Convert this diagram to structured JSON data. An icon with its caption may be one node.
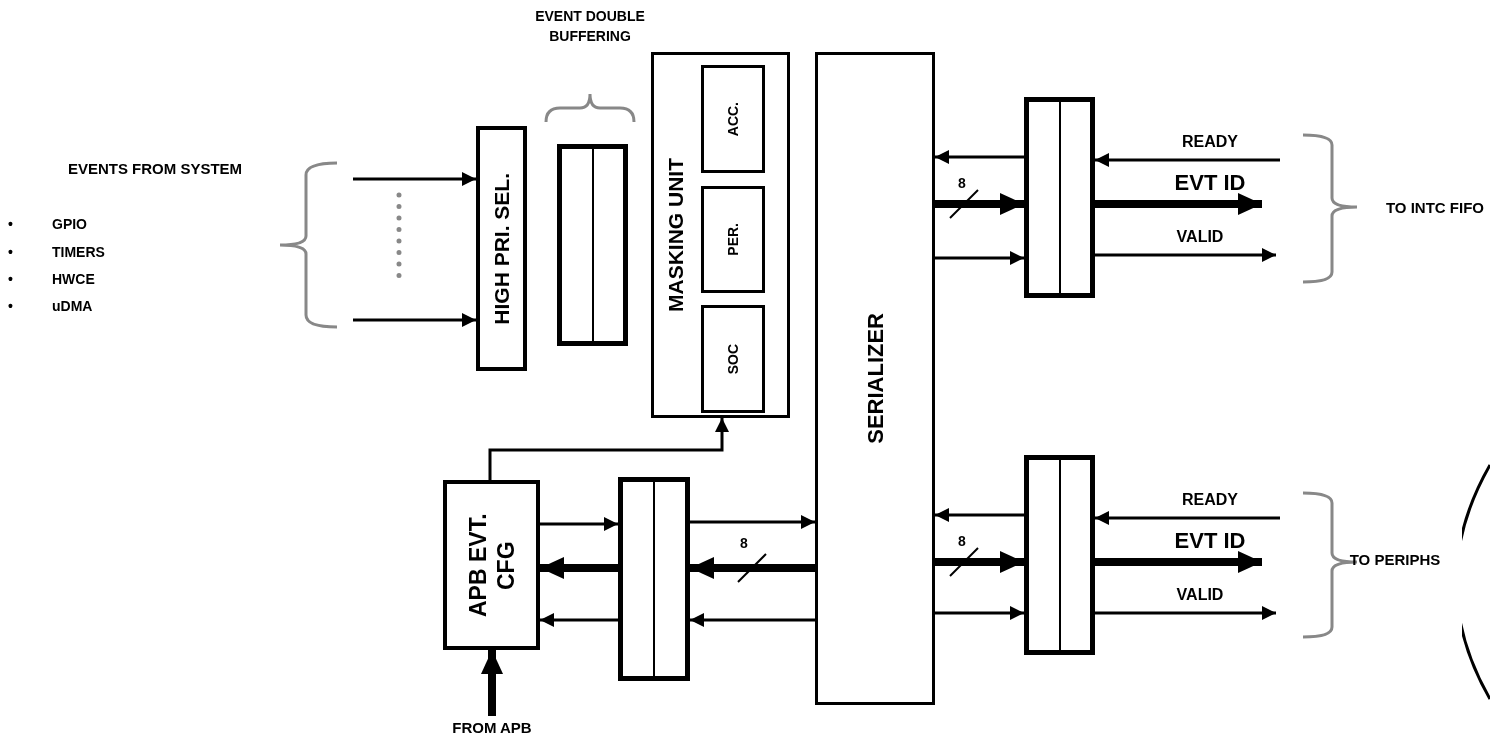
{
  "diagram": {
    "nodes": [
      {
        "text": [
          "HIGH PRI. SEL."
        ]
      },
      {
        "text": [],
        "shape": "box"
      },
      {
        "text": [
          "MASKING UNIT"
        ]
      },
      {
        "text": [
          "ACC."
        ],
        "in": 2
      },
      {
        "text": [
          "PER."
        ],
        "in": 2
      },
      {
        "text": [
          "SOC"
        ],
        "in": 2
      },
      {
        "text": [
          "SERIALIZER"
        ]
      },
      {
        "text": [],
        "shape": "box"
      },
      {
        "text": [],
        "shape": "box"
      },
      {
        "text": [
          "APB EVT. CFG"
        ]
      },
      {
        "text": [],
        "shape": "box"
      },
      {
        "text": [
          "FROM APB"
        ]
      },
      {
        "text": [],
        "shape": "circle"
      }
    ],
    "edges": [
      {
        "from": null,
        "to": 0,
        "arrow": "to"
      },
      {
        "from": null,
        "to": 0,
        "arrow": "to"
      },
      {
        "from": 9,
        "to": 2,
        "arrow": "to"
      },
      {
        "from": 11,
        "to": 9,
        "arrow": "to",
        "style": "thick"
      },
      {
        "from": 9,
        "to": 10,
        "arrow": "to"
      },
      {
        "from": 10,
        "to": 9,
        "arrow": "to",
        "style": "thick"
      },
      {
        "from": 10,
        "to": 9,
        "arrow": "to"
      },
      {
        "from": 10,
        "to": 6,
        "arrow": "to"
      },
      {
        "from": 6,
        "to": 10,
        "arrow": "to",
        "style": "thick",
        "label": "8"
      },
      {
        "from": 6,
        "to": 10,
        "arrow": "to"
      },
      {
        "from": 7,
        "to": 6,
        "arrow": "to"
      },
      {
        "from": 6,
        "to": 7,
        "arrow": "to",
        "style": "thick",
        "label": "8"
      },
      {
        "from": 6,
        "to": 7,
        "arrow": "to"
      },
      {
        "from": null,
        "to": 7,
        "arrow": "to",
        "label": "READY"
      },
      {
        "from": 7,
        "to": null,
        "arrow": "to",
        "style": "thick",
        "label": "EVT ID"
      },
      {
        "from": 7,
        "to": null,
        "arrow": "to",
        "label": "VALID"
      },
      {
        "from": 8,
        "to": 6,
        "arrow": "to"
      },
      {
        "from": 6,
        "to": 8,
        "arrow": "to",
        "style": "thick",
        "label": "8"
      },
      {
        "from": 6,
        "to": 8,
        "arrow": "to"
      },
      {
        "from": null,
        "to": 8,
        "arrow": "to",
        "label": "READY"
      },
      {
        "from": 8,
        "to": null,
        "arrow": "to",
        "style": "thick",
        "label": "EVT ID"
      },
      {
        "from": 8,
        "to": null,
        "arrow": "to",
        "label": "VALID"
      }
    ],
    "labels": [
      "EVENT DOUBLE BUFFERING",
      "EVENTS FROM SYSTEM",
      "•",
      "GPIO",
      "•",
      "TIMERS",
      "•",
      "HWCE",
      "•",
      "uDMA",
      "TO INTC FIFO",
      "TO PERIPHS"
    ]
  }
}
